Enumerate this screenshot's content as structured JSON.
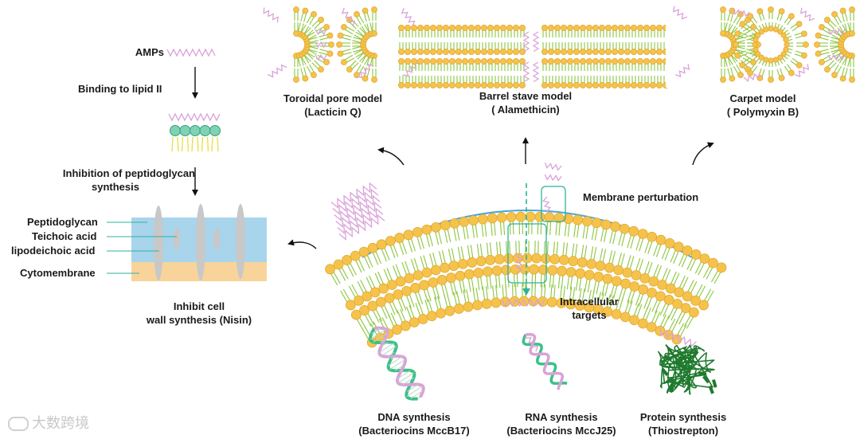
{
  "left_panel": {
    "amps": "AMPs",
    "binding": "Binding to lipid II",
    "inhibition_line1": "Inhibition of peptidoglycan",
    "inhibition_line2": "synthesis",
    "layers": {
      "peptidoglycan": "Peptidoglycan",
      "teichoic": "Teichoic acid",
      "lipo": "lipodeichoic acid",
      "cytomembrane": "Cytomembrane"
    },
    "caption_line1": "Inhibit cell",
    "caption_line2": "wall synthesis (Nisin)"
  },
  "models": {
    "toroidal_line1": "Toroidal pore model",
    "toroidal_line2": "(Lacticin Q)",
    "barrel_line1": "Barrel stave model",
    "barrel_line2": "( Alamethicin)",
    "carpet_line1": "Carpet model",
    "carpet_line2": "( Polymyxin B)"
  },
  "center": {
    "membrane_perturbation": "Membrane perturbation",
    "intracellular_line1": "Intracellular",
    "intracellular_line2": "targets"
  },
  "targets": {
    "dna_line1": "DNA synthesis",
    "dna_line2": "(Bacteriocins MccB17)",
    "rna_line1": "RNA synthesis",
    "rna_line2": "(Bacteriocins MccJ25)",
    "protein_line1": "Protein synthesis",
    "protein_line2": "(Thiostrepton)"
  },
  "watermark": "大数跨境",
  "colors": {
    "head": "#f5c34c",
    "tail": "#8dc63f",
    "peptide": "#d9a3d8",
    "helix_green": "#3dbf8a",
    "wall_blue": "#a8d4ec",
    "cytomembrane": "#f8d49a",
    "teal": "#2bb39a",
    "protein_green": "#1f7a2e"
  }
}
